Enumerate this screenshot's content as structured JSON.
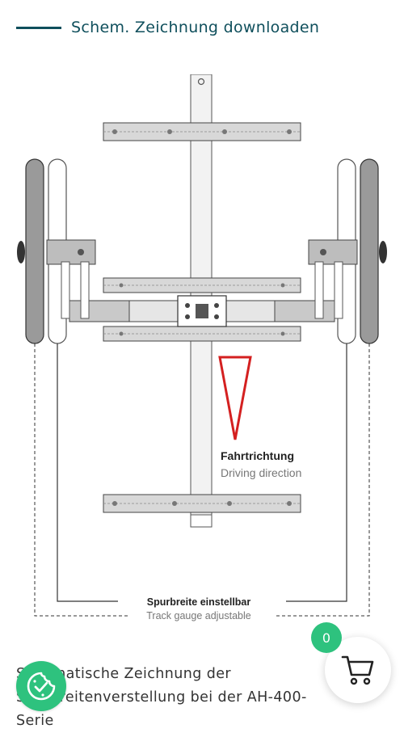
{
  "download": {
    "label": "Schem. Zeichnung downloaden"
  },
  "drawing": {
    "direction_label_de": "Fahrtrichtung",
    "direction_label_en": "Driving direction",
    "track_label_de": "Spurbreite einstellbar",
    "track_label_en": "Track gauge adjustable"
  },
  "caption": {
    "text": "Schematische Zeichnung der Spurbreitenverstellung bei der AH-400-Serie"
  },
  "cart": {
    "count": "0",
    "icon": "cart-icon"
  },
  "cookie": {
    "icon": "cookie-consent-icon"
  },
  "colors": {
    "brand_dark": "#0f4f5c",
    "accent_green": "#2ec27e",
    "direction_red": "#d42020"
  }
}
